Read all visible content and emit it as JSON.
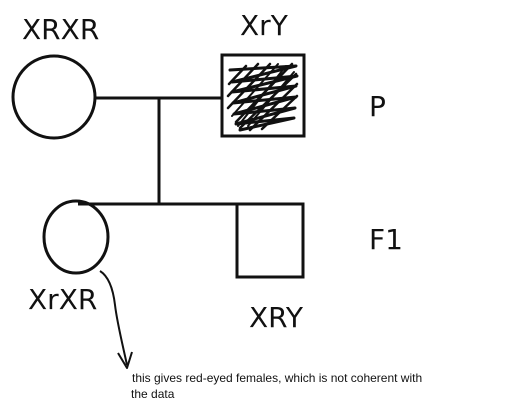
{
  "individuals": {
    "p_female": {
      "genotype": "XRXR"
    },
    "p_male": {
      "genotype": "XrY"
    },
    "f1_female": {
      "genotype": "XrXR"
    },
    "f1_male": {
      "genotype": "XRY"
    }
  },
  "generations": {
    "parental": "P",
    "first_filial": "F1"
  },
  "annotation": {
    "line1": "this gives red-eyed females, which is not coherent with",
    "line2": "the data"
  },
  "colors": {
    "ink": "#111111",
    "background": "#ffffff"
  }
}
